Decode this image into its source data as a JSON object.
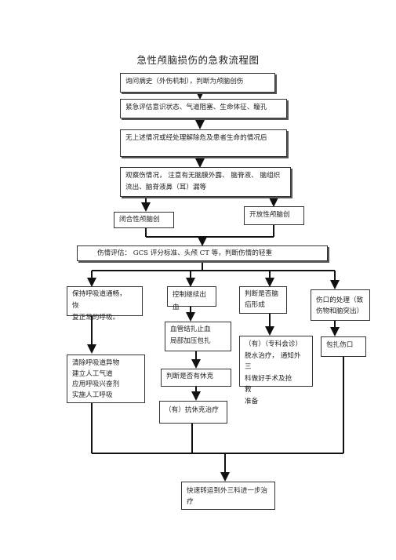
{
  "title": "急性颅脑损伤的急救流程图",
  "nodes": {
    "history": "询问病史（外伤机制），判断为颅脑创伤",
    "assess": "紧急评估意识状态、气道阻塞、生命体征、瞳孔",
    "no_threat": "无上述情况或经处理解除危及患者生命的情况后",
    "observe_1": "观察伤情况， 注意有无脑膜外露、 脑脊液、 脑组织",
    "observe_2": "流出、脑脊液鼻（耳）漏等",
    "closed": "闭合性颅脑创",
    "open": "开放性颅脑创",
    "grading": "伤情评估： GCS 评分标准、头颅 CT 等，判断伤情的轻重",
    "airway_1": "保持呼吸道通畅，　 恢",
    "airway_2": "复正常的呼吸。",
    "bleeding": "控制继续出血",
    "hernia_1": "判断是否脑",
    "hernia_2": "疝形成",
    "wound_1": "伤口的处理（致",
    "wound_2": "伤物和脑突出）",
    "pressure_1": "血管结扎止血",
    "pressure_2": "局部加压包扎",
    "surgery_1": "（有）（专科会诊）",
    "surgery_2": "脱水治疗， 通知外三",
    "surgery_3": "科做好手术及抢　 救",
    "surgery_4": "准备",
    "dressing": "包扎伤口",
    "clear_1": "清除呼吸道异物",
    "clear_2": "建立人工气道",
    "clear_3": "应用呼吸兴奋剂",
    "clear_4": "实施人工呼吸",
    "shock": "判断是否有休克",
    "antishock": "（有）抗休克治疗",
    "transfer_1": "快速转运到外三科进一步治",
    "transfer_2": "疗"
  }
}
